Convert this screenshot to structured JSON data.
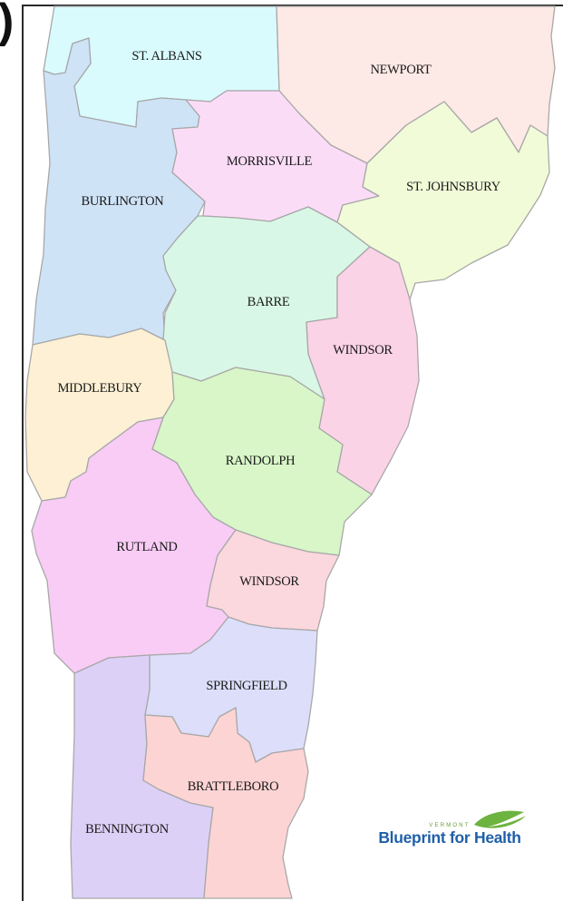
{
  "corner_glyph": ")",
  "regions": [
    {
      "id": "st-albans",
      "label": "ST. ALBANS",
      "color": "#d9fbfe"
    },
    {
      "id": "newport",
      "label": "NEWPORT",
      "color": "#fde9e5"
    },
    {
      "id": "burlington",
      "label": "BURLINGTON",
      "color": "#cfe3f7"
    },
    {
      "id": "morrisville",
      "label": "MORRISVILLE",
      "color": "#fbdcf7"
    },
    {
      "id": "st-johnsbury",
      "label": "ST. JOHNSBURY",
      "color": "#f1fbd8"
    },
    {
      "id": "barre",
      "label": "BARRE",
      "color": "#d9f7e6"
    },
    {
      "id": "windsor-north",
      "label": "WINDSOR",
      "color": "#fbd3e7"
    },
    {
      "id": "middlebury",
      "label": "MIDDLEBURY",
      "color": "#fdf0d4"
    },
    {
      "id": "randolph",
      "label": "RANDOLPH",
      "color": "#d8f6c8"
    },
    {
      "id": "rutland",
      "label": "RUTLAND",
      "color": "#f8ccf5"
    },
    {
      "id": "windsor-south",
      "label": "WINDSOR",
      "color": "#fbd7de"
    },
    {
      "id": "springfield",
      "label": "SPRINGFIELD",
      "color": "#dcdefa"
    },
    {
      "id": "bennington",
      "label": "BENNINGTON",
      "color": "#ddd0f7"
    },
    {
      "id": "brattleboro",
      "label": "BRATTLEBORO",
      "color": "#fdd4d4"
    }
  ],
  "logo": {
    "small_text": "VERMONT",
    "main_text": "Blueprint for Health",
    "text_color": "#1f5fa8",
    "leaf_color": "#6cb33f"
  }
}
